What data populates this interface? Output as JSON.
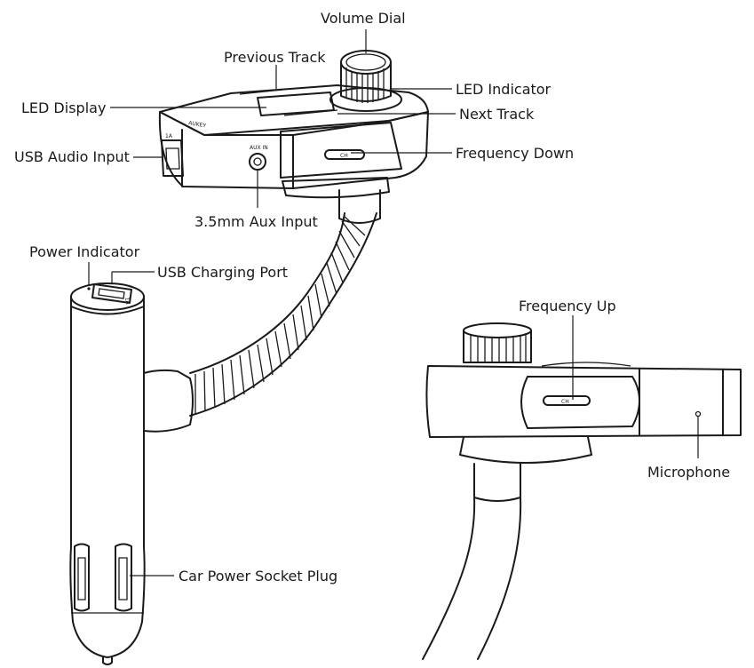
{
  "labels": {
    "volume_dial": "Volume Dial",
    "previous_track": "Previous Track",
    "led_indicator": "LED Indicator",
    "led_display": "LED Display",
    "next_track": "Next Track",
    "usb_audio_input": "USB Audio Input",
    "frequency_down": "Frequency Down",
    "aux_input": "3.5mm Aux Input",
    "power_indicator": "Power Indicator",
    "usb_charging_port": "USB Charging Port",
    "frequency_up": "Frequency Up",
    "microphone": "Microphone",
    "car_power_socket_plug": "Car Power Socket Plug"
  },
  "device_markings": {
    "brand": "AUKEY",
    "aux_port": "AUX IN",
    "ch_button": "CH",
    "usb_rating": "1A"
  }
}
